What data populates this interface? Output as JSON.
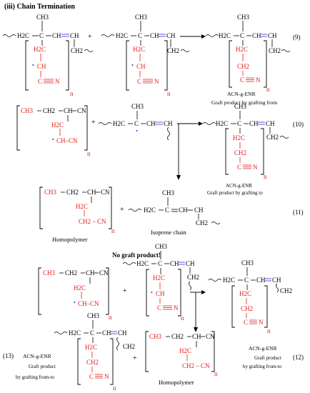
{
  "section_title": "(iii) Chain Termination",
  "atoms": {
    "ch3": "CH3",
    "h2c": "H2C",
    "c": "C",
    "ch": "CH",
    "ch2": "CH2",
    "n": "N",
    "cn": "CN",
    "ch_cn": "CH–CN",
    "ch2_cn": "CH2 – CN",
    "ch_ch2": "CH –CH2",
    "sub_n": "n"
  },
  "symbols": {
    "plus": "+",
    "dash": "–",
    "radical": "•"
  },
  "labels": {
    "acn_enr": "ACN-g-ENR",
    "acn_enr_short": "ACN-",
    "graft_product": "Graft product",
    "graft_from": "Graft product by grafting from",
    "graft_to": "Graft product by grafting to",
    "by_grafting_from_to": "by grafting from-to",
    "isoprene_chain": "Isoprene chain",
    "homopolymer": "Homopolymer",
    "no_graft": "No graft product!"
  },
  "equation_numbers": [
    "(9)",
    "(10)",
    "(11)",
    "(12)",
    "(13)"
  ],
  "colors": {
    "black": "#000000",
    "red": "#e0201c",
    "blue": "#2b35d8"
  }
}
